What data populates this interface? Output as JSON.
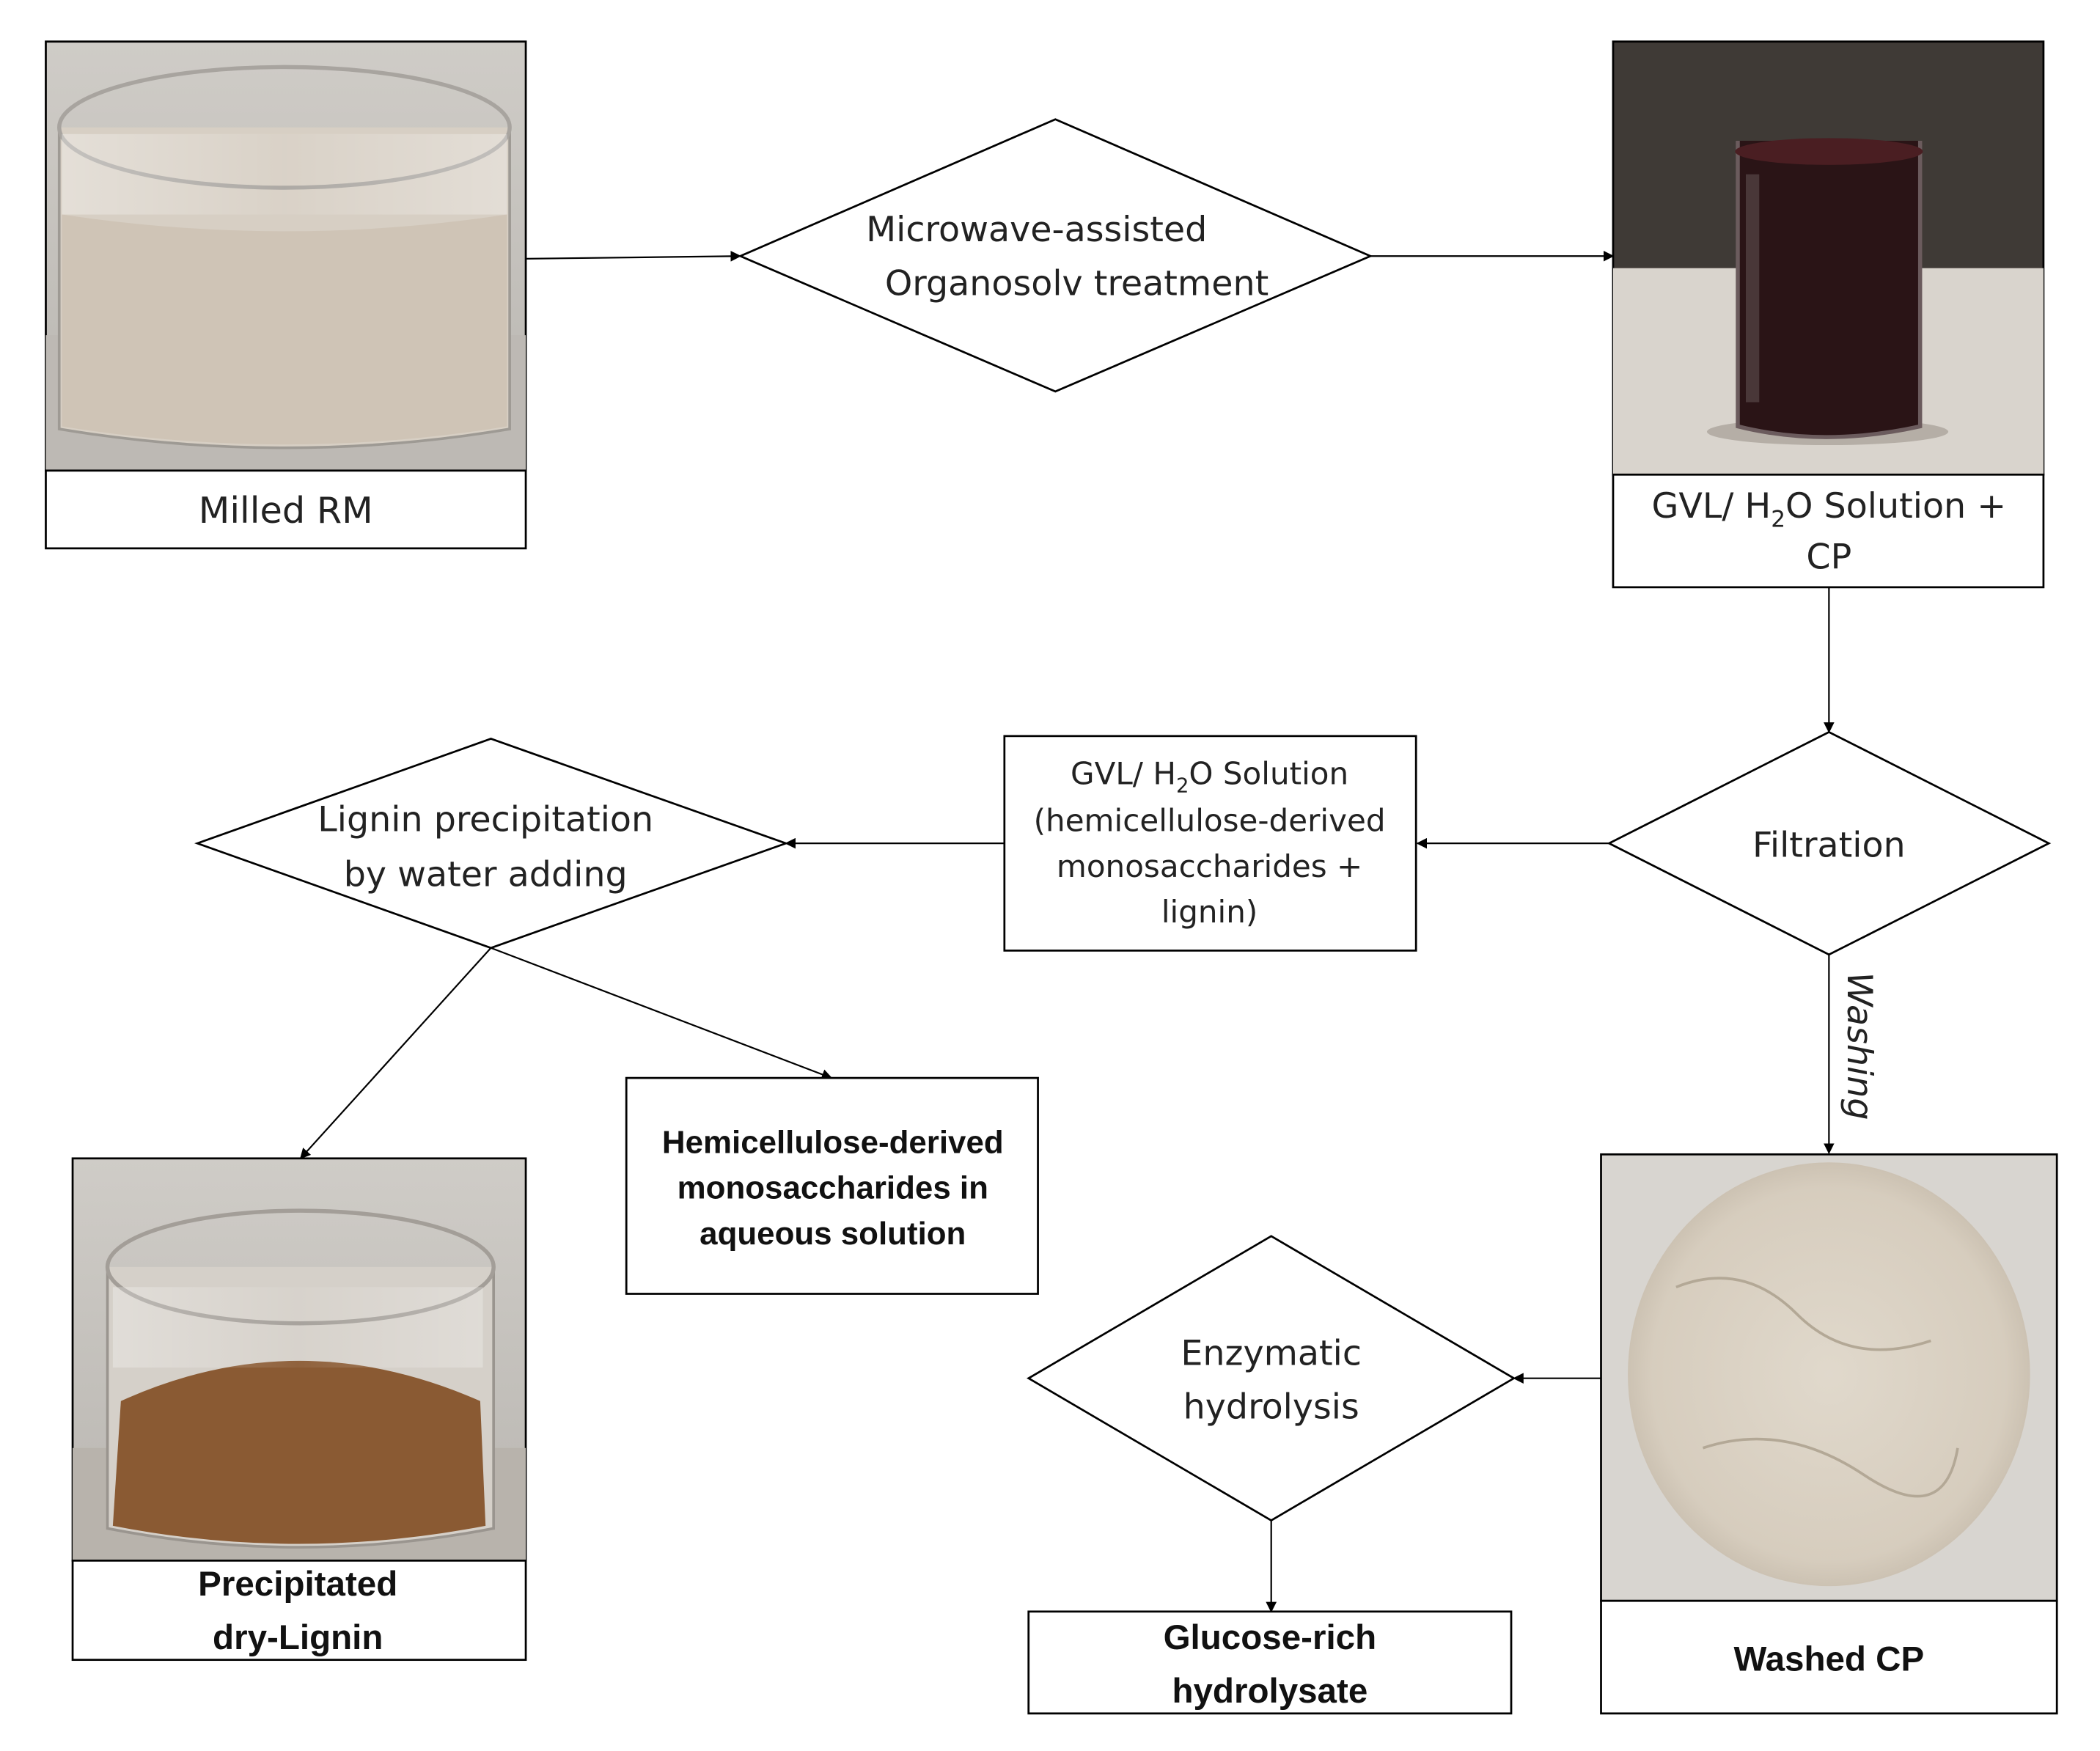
{
  "nodes": {
    "milled_rm": {
      "label": "Milled RM"
    },
    "microwave": {
      "line1": "Microwave-assisted",
      "line2": "Organosolv treatment"
    },
    "gvl_cp": {
      "line1_pre": "GVL/ H",
      "line1_sub": "2",
      "line1_post": "O Solution +",
      "line2": "CP"
    },
    "filtration": {
      "label": "Filtration"
    },
    "washing": {
      "label": "Washing"
    },
    "gvl_solution": {
      "line1_pre": "GVL/ H",
      "line1_sub": "2",
      "line1_post": "O Solution",
      "line2": "(hemicellulose-derived",
      "line3": "monosaccharides +",
      "line4": "lignin)"
    },
    "lignin_precip": {
      "line1": "Lignin precipitation",
      "line2": "by water adding"
    },
    "hemi_mono": {
      "line1": "Hemicellulose-derived",
      "line2": "monosaccharides in",
      "line3": "aqueous solution"
    },
    "precip_lignin": {
      "line1": "Precipitated",
      "line2": "dry-Lignin"
    },
    "washed_cp": {
      "label": "Washed CP"
    },
    "enzymatic": {
      "line1": "Enzymatic",
      "line2": "hydrolysis"
    },
    "glucose": {
      "line1": "Glucose-rich",
      "line2": "hydrolysate"
    }
  },
  "colors": {
    "stroke": "#000000",
    "photo_bg": "#c9c6c1",
    "liquid": "#2a1416",
    "rm_powder": "#cfc4b6",
    "lignin_powder": "#8a5a33",
    "cp_cake": "#dcd3c4"
  }
}
